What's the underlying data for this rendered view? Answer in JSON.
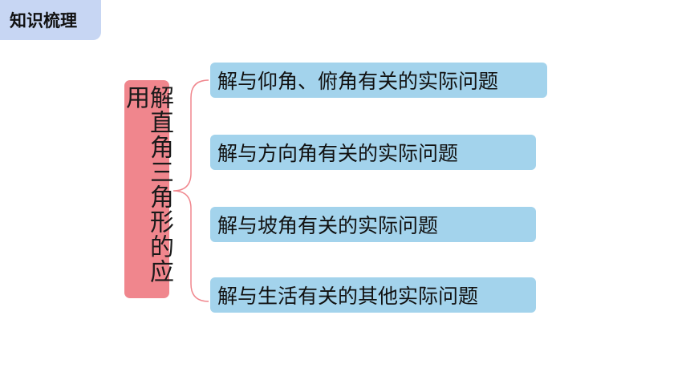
{
  "header": {
    "section_title": "知识梳理"
  },
  "mindmap": {
    "main_topic": "解直角三角形的应用",
    "branches": [
      {
        "label": "解与仰角、俯角有关的实际问题"
      },
      {
        "label": "解与方向角有关的实际问题"
      },
      {
        "label": "解与坡角有关的实际问题"
      },
      {
        "label": "解与生活有关的其他实际问题"
      }
    ]
  },
  "colors": {
    "section_tag_bg": "#c7d6f3",
    "main_topic_bg": "#f0868d",
    "branch_bg": "#a3d3ec",
    "brace_stroke": "#f0868d"
  }
}
